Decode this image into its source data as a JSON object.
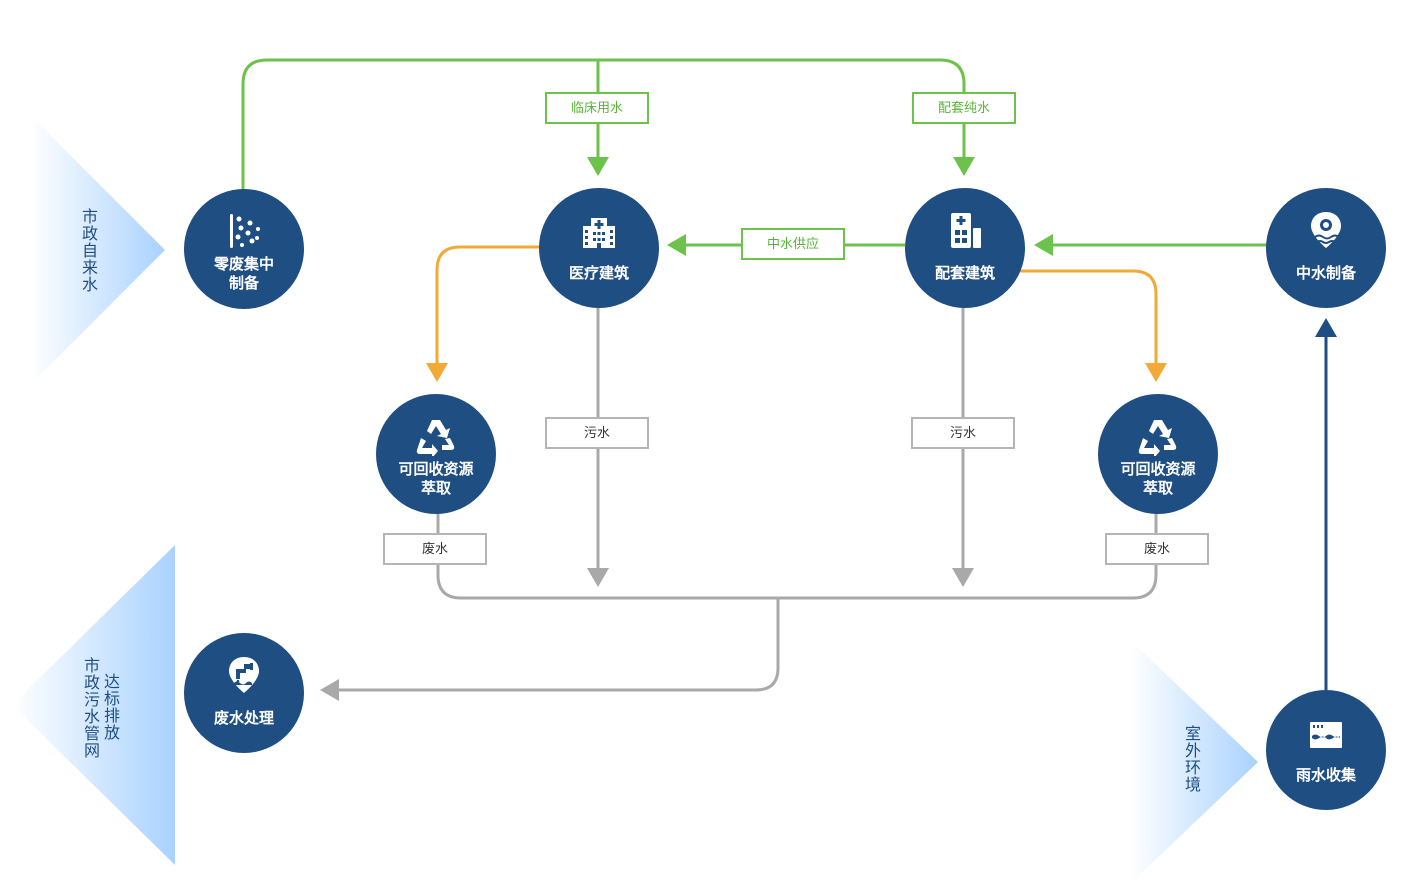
{
  "sources": {
    "municipal_tap": "市政自来水",
    "municipal_sewer": "市政污水管网",
    "discharge_standard": "达标排放",
    "outdoor": "室外环境"
  },
  "nodes": {
    "zero_waste": "零废集中\n制备",
    "medical": "医疗建筑",
    "support": "配套建筑",
    "reclaimed_prep": "中水制备",
    "recycle_left": "可回收资源\n萃取",
    "recycle_right": "可回收资源\n萃取",
    "waste_treatment": "废水处理",
    "rain_collection": "雨水收集"
  },
  "flows": {
    "clinical_water": "临床用水",
    "pure_water": "配套纯水",
    "reclaimed_supply": "中水供应",
    "sewage_left": "污水",
    "sewage_right": "污水",
    "wastewater_left": "废水",
    "wastewater_right": "废水"
  },
  "colors": {
    "node": "#1f4e83",
    "green_flow": "#6cc24a",
    "orange_flow": "#f3a935",
    "gray_flow": "#a9a9a9",
    "blue_flow": "#1f4e83",
    "source_arrow": "#a9d2ff"
  },
  "icons": {
    "zero_waste": "water-drops-icon",
    "medical": "hospital-icon",
    "support": "building-icon",
    "reclaimed_prep": "water-pin-icon",
    "recycle": "recycle-icon",
    "waste_treatment": "pipe-drain-icon",
    "rain_collection": "water-tank-icon"
  }
}
